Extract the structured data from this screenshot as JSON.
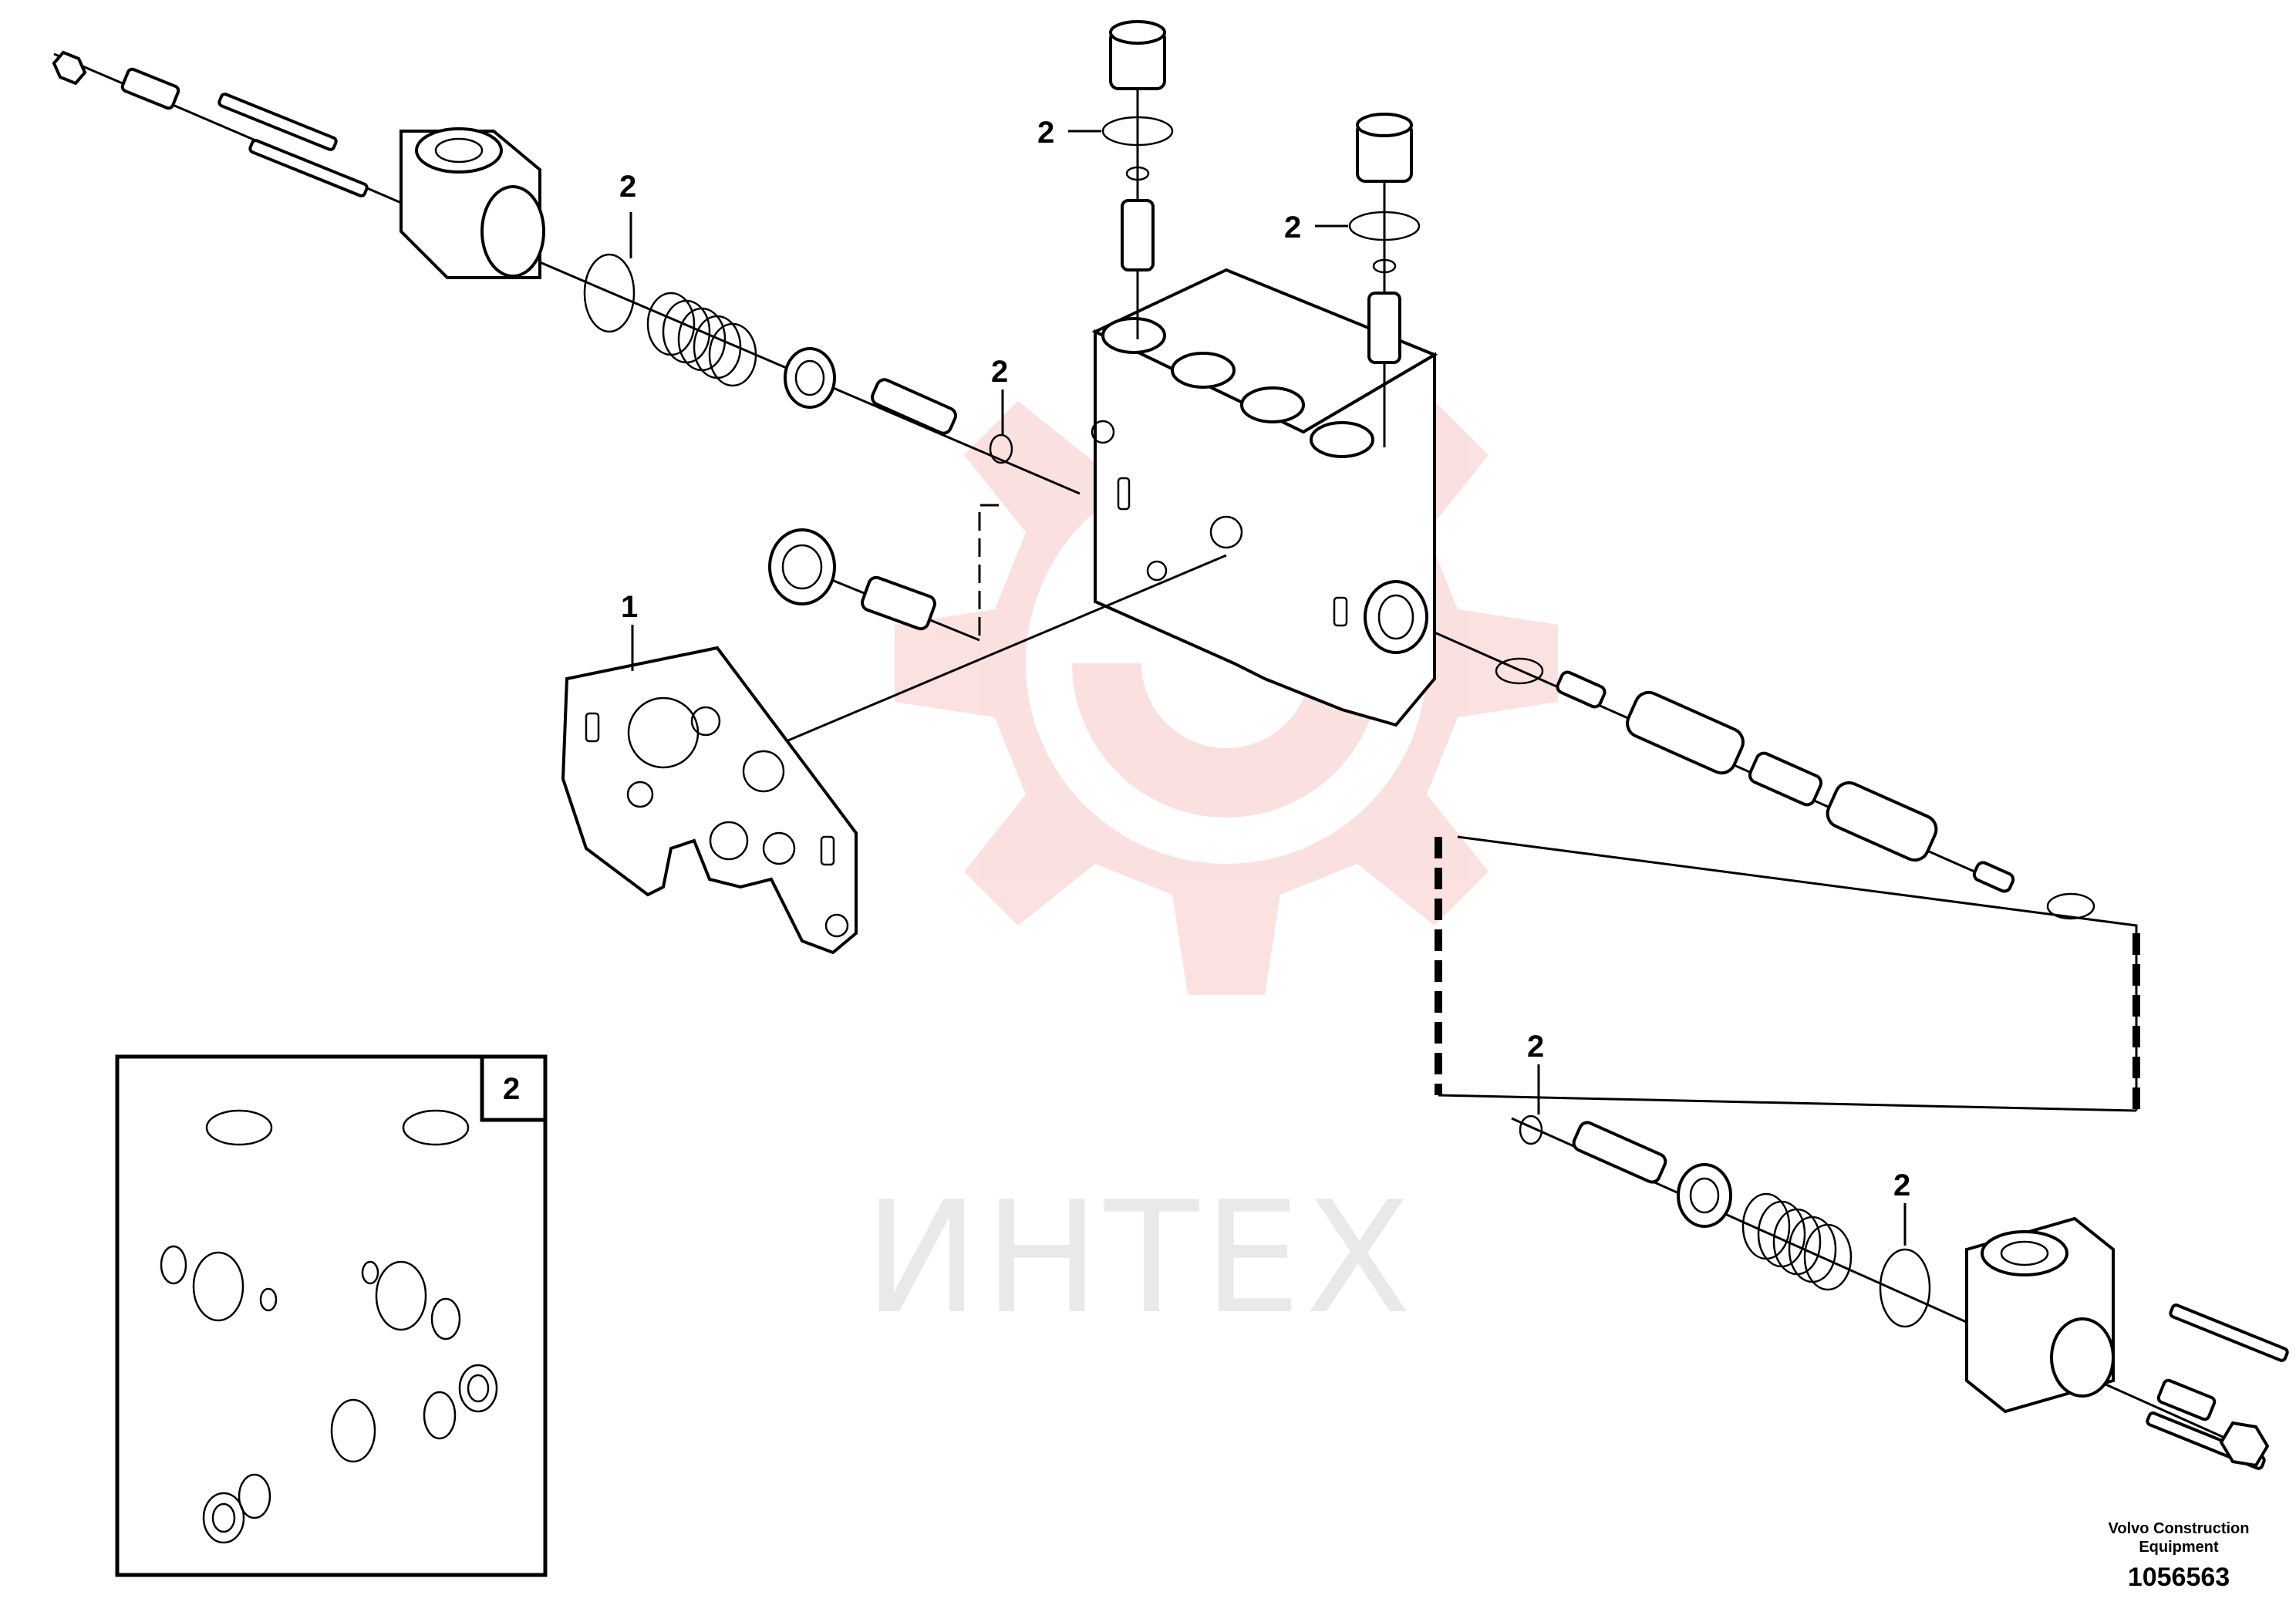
{
  "watermark": {
    "text": "ИНТЕХ",
    "color": "#f07878"
  },
  "callouts": {
    "gasket": "1",
    "oring_top_left": "2",
    "oring_top_mid": "2",
    "oring_upper_plug": "2",
    "oring_right_plug": "2",
    "oring_lower_left": "2",
    "oring_lower_right": "2",
    "kit_box": "2"
  },
  "credit": {
    "line1": "Volvo Construction",
    "line2": "Equipment",
    "number": "1056563"
  },
  "icons": [
    "watermark-gear-icon"
  ]
}
